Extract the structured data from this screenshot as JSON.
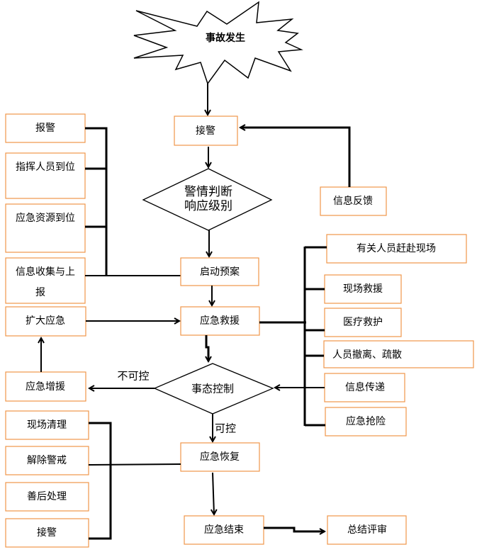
{
  "start": "事故发生",
  "receive_alarm": "接警",
  "judge": {
    "line1": "警情判断",
    "line2": "响应级别"
  },
  "feedback": "信息反馈",
  "left_top": [
    {
      "label": "报警"
    },
    {
      "label": "指挥人员到位"
    },
    {
      "label": "应急资源到位"
    },
    {
      "label1": "信息收集与上",
      "label2": "报"
    }
  ],
  "start_plan": "启动预案",
  "rescue": "应急救援",
  "expand": "扩大应急",
  "reinforce": "应急增援",
  "right_items": [
    "有关人员赶赴现场",
    "现场救援",
    "医疗救护",
    "人员撤离、疏散",
    "信息传递",
    "应急抢险"
  ],
  "control": "事态控制",
  "uncontrollable": "不可控",
  "controllable": "可控",
  "recovery": "应急恢复",
  "left_bottom": [
    "现场清理",
    "解除警戒",
    "善后处理",
    "接警"
  ],
  "end": "应急结束",
  "review": "总结评审"
}
